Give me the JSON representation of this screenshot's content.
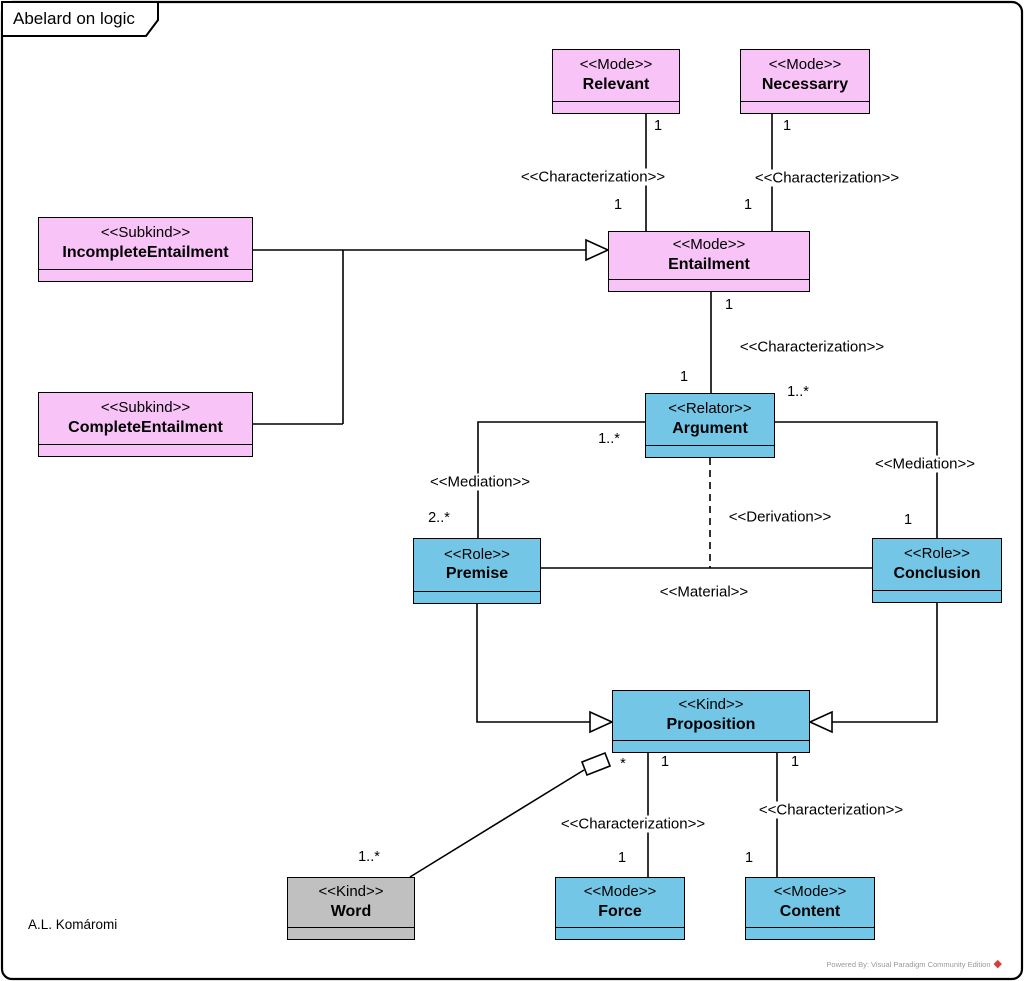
{
  "frame": {
    "title": "Abelard on logic",
    "author": "A.L. Komáromi",
    "powered_by": "Powered By: Visual Paradigm Community Edition",
    "logo_glyph": "◆"
  },
  "colors": {
    "pink": "#f8c3f6",
    "blue": "#74c6e7",
    "gray": "#c1c0c0",
    "line": "#000000",
    "watermark_red": "#d43f3a"
  },
  "classes": [
    {
      "stereotype": "<<Mode>>",
      "name": "Relevant",
      "fill": "pink"
    },
    {
      "stereotype": "<<Mode>>",
      "name": "Necessarry",
      "fill": "pink"
    },
    {
      "stereotype": "<<Mode>>",
      "name": "Entailment",
      "fill": "pink"
    },
    {
      "stereotype": "<<Subkind>>",
      "name": "IncompleteEntailment",
      "fill": "pink"
    },
    {
      "stereotype": "<<Subkind>>",
      "name": "CompleteEntailment",
      "fill": "pink"
    },
    {
      "stereotype": "<<Relator>>",
      "name": "Argument",
      "fill": "blue"
    },
    {
      "stereotype": "<<Role>>",
      "name": "Premise",
      "fill": "blue"
    },
    {
      "stereotype": "<<Role>>",
      "name": "Conclusion",
      "fill": "blue"
    },
    {
      "stereotype": "<<Kind>>",
      "name": "Proposition",
      "fill": "blue"
    },
    {
      "stereotype": "<<Kind>>",
      "name": "Word",
      "fill": "gray"
    },
    {
      "stereotype": "<<Mode>>",
      "name": "Force",
      "fill": "blue"
    },
    {
      "stereotype": "<<Mode>>",
      "name": "Content",
      "fill": "blue"
    }
  ],
  "labels": [
    {
      "text": "<<Characterization>>"
    },
    {
      "text": "<<Characterization>>"
    },
    {
      "text": "<<Characterization>>"
    },
    {
      "text": "<<Mediation>>"
    },
    {
      "text": "<<Mediation>>"
    },
    {
      "text": "<<Derivation>>"
    },
    {
      "text": "<<Material>>"
    },
    {
      "text": "<<Characterization>>"
    },
    {
      "text": "<<Characterization>>"
    },
    {
      "text": "1"
    },
    {
      "text": "1"
    },
    {
      "text": "1"
    },
    {
      "text": "1"
    },
    {
      "text": "1"
    },
    {
      "text": "1"
    },
    {
      "text": "1..*"
    },
    {
      "text": "1..*"
    },
    {
      "text": "2..*"
    },
    {
      "text": "1"
    },
    {
      "text": "*"
    },
    {
      "text": "1"
    },
    {
      "text": "1"
    },
    {
      "text": "1"
    },
    {
      "text": "1"
    },
    {
      "text": "1..*"
    }
  ],
  "relations": [
    {
      "type": "Characterization",
      "from": "Relevant",
      "to": "Entailment",
      "from_mult": "1",
      "to_mult": "1"
    },
    {
      "type": "Characterization",
      "from": "Necessarry",
      "to": "Entailment",
      "from_mult": "1",
      "to_mult": "1"
    },
    {
      "type": "Characterization",
      "from": "Entailment",
      "to": "Argument",
      "from_mult": "1",
      "to_mult": "1"
    },
    {
      "type": "Generalization",
      "from": "IncompleteEntailment",
      "to": "Entailment"
    },
    {
      "type": "Generalization",
      "from": "CompleteEntailment",
      "to": "Entailment"
    },
    {
      "type": "Mediation",
      "from": "Argument",
      "to": "Premise",
      "from_mult": "1..*",
      "to_mult": "2..*"
    },
    {
      "type": "Mediation",
      "from": "Argument",
      "to": "Conclusion",
      "from_mult": "1..*",
      "to_mult": "1"
    },
    {
      "type": "Derivation",
      "from": "Argument",
      "to": "Material association",
      "style": "dashed"
    },
    {
      "type": "Material",
      "from": "Premise",
      "to": "Conclusion"
    },
    {
      "type": "Generalization",
      "from": "Premise",
      "to": "Proposition"
    },
    {
      "type": "Generalization",
      "from": "Conclusion",
      "to": "Proposition"
    },
    {
      "type": "Aggregation",
      "from": "Proposition",
      "to": "Word",
      "from_mult": "*",
      "to_mult": "1..*"
    },
    {
      "type": "Characterization",
      "from": "Proposition",
      "to": "Force",
      "from_mult": "1",
      "to_mult": "1"
    },
    {
      "type": "Characterization",
      "from": "Proposition",
      "to": "Content",
      "from_mult": "1",
      "to_mult": "1"
    }
  ]
}
